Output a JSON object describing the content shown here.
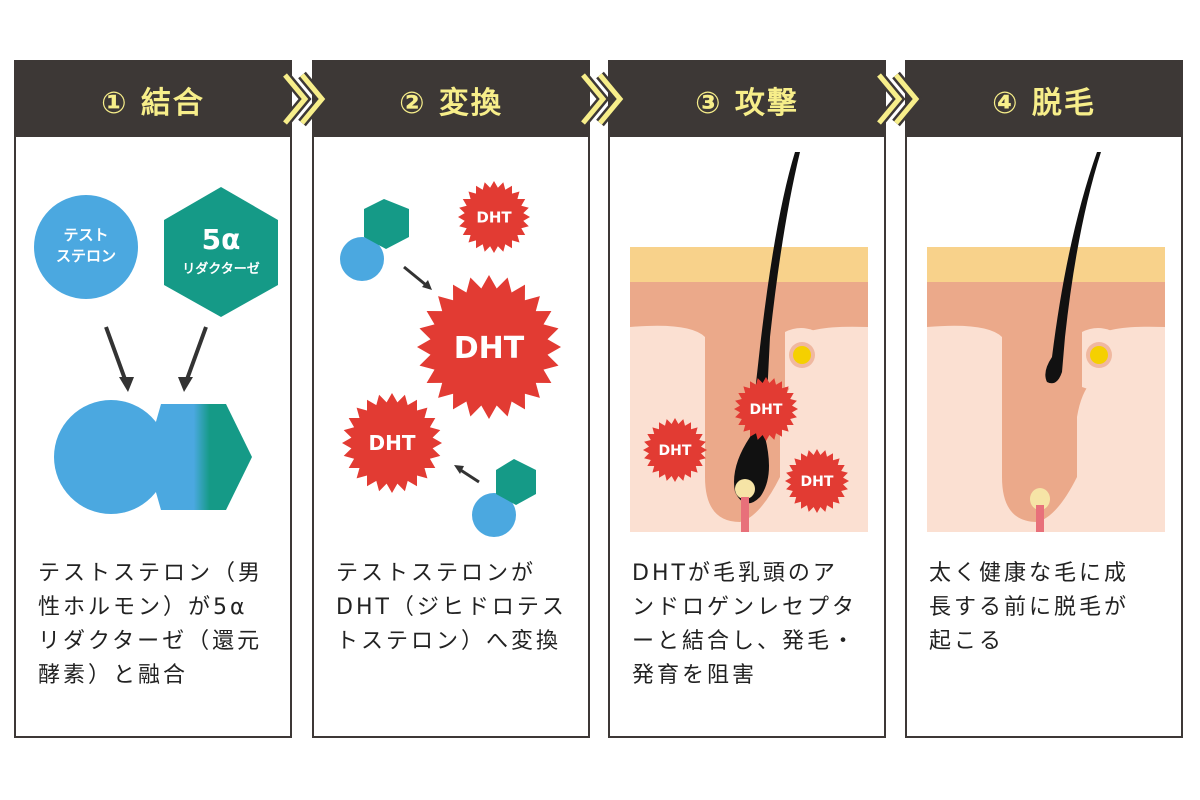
{
  "steps": [
    {
      "title": "① 結合",
      "desc": [
        "テストステロン（男",
        "性ホルモン）が5α",
        "リダクターゼ（還元",
        "酵素）と融合"
      ],
      "labels": {
        "a": "テスト",
        "b": "ステロン",
        "c": "5α",
        "d": "リダクターゼ"
      }
    },
    {
      "title": "② 変換",
      "desc": [
        "テストステロンが",
        "DHT（ジヒドロテス",
        "トステロン）へ変換"
      ],
      "dht": "DHT"
    },
    {
      "title": "③ 攻撃",
      "desc": [
        "DHTが毛乳頭のア",
        "ンドロゲンレセプタ",
        "ーと結合し、発毛・",
        "発育を阻害"
      ],
      "dht": "DHT"
    },
    {
      "title": "④ 脱毛",
      "desc": [
        "太く健康な毛に成",
        "長する前に脱毛が",
        "起こる"
      ]
    }
  ],
  "colors": {
    "header": "#3d3836",
    "title": "#f7ee8a",
    "blue": "#4ba8e0",
    "teal": "#159a87",
    "red": "#e23b33"
  }
}
